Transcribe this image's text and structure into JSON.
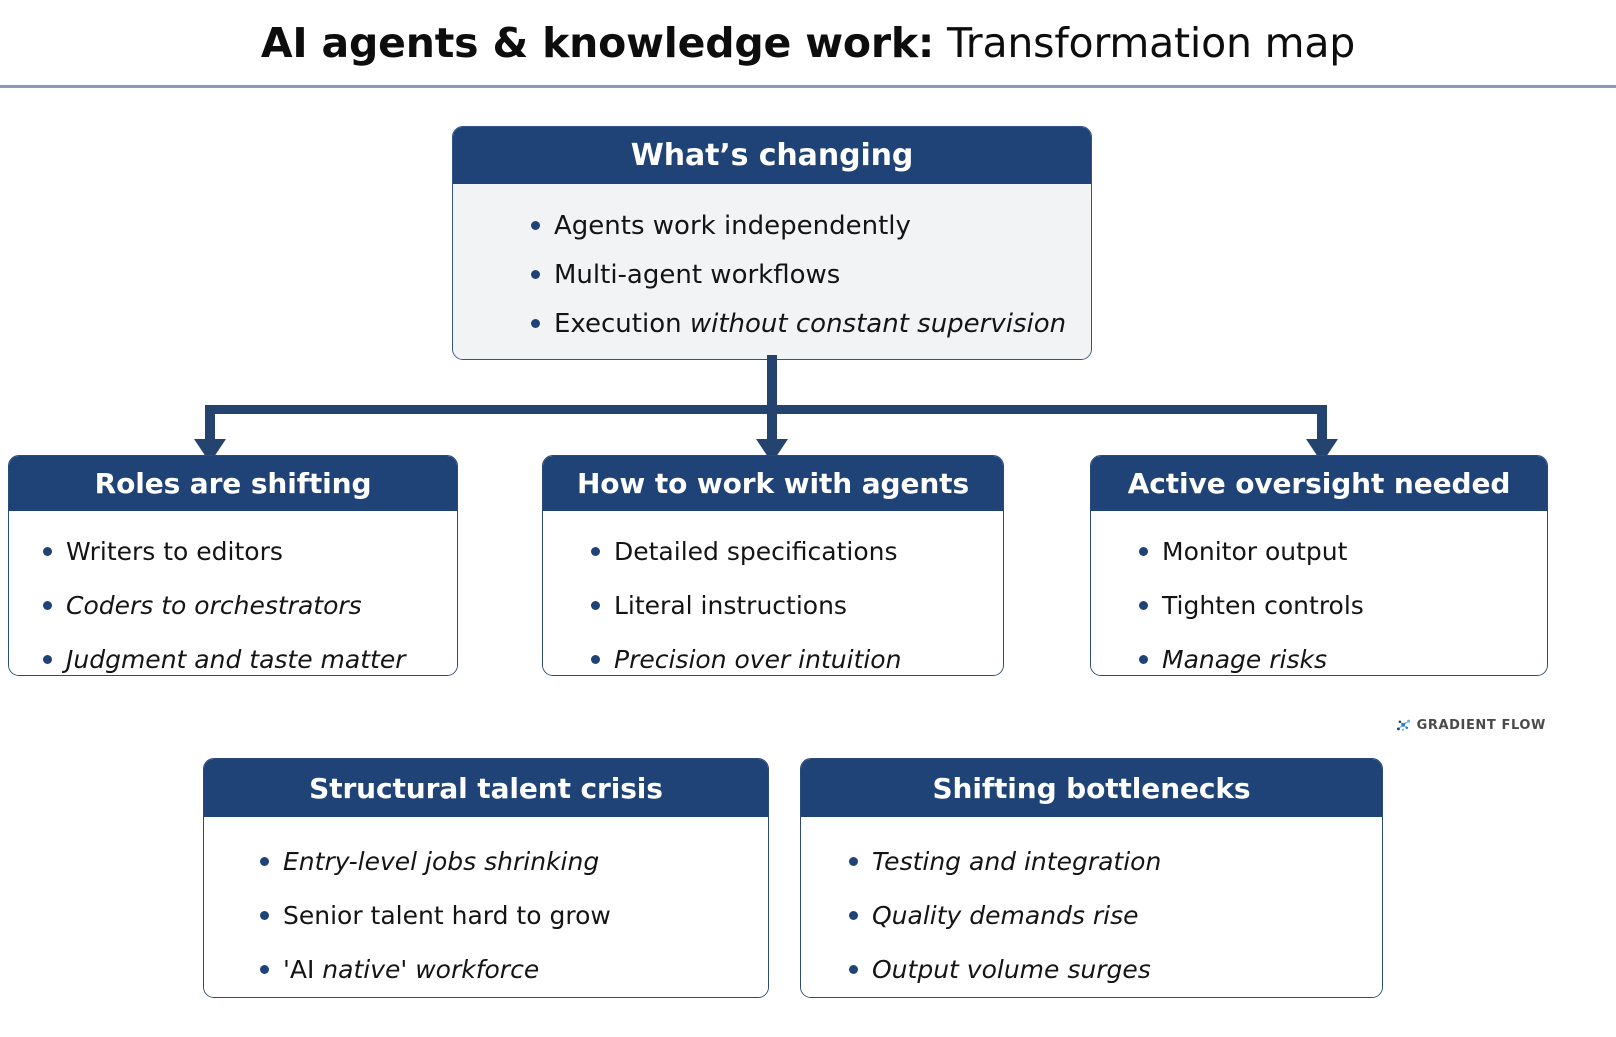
{
  "title": {
    "bold_part": "AI agents & knowledge work:",
    "regular_part": " Transformation map",
    "full": "AI agents & knowledge work: Transformation map"
  },
  "colors": {
    "header_blue": "#1f4377",
    "card_border": "#2b4a76",
    "arrow_navy": "#24436e",
    "rule_gray_blue": "#8b9ab6",
    "top_card_body": "#f2f3f5",
    "bullet_dot": "#1f4377",
    "logo_text": "#4a4a4a",
    "logo_node_light": "#4aa8e0",
    "logo_node_dark": "#1f3f73"
  },
  "top_card": {
    "title": "What’s changing",
    "bullets": [
      {
        "regular": "Agents work independently",
        "italic": ""
      },
      {
        "regular": "Multi-agent workflows",
        "italic": ""
      },
      {
        "regular": "Execution ",
        "italic": "without constant supervision"
      }
    ]
  },
  "middle_cards": [
    {
      "title": "Roles are shifting",
      "bullets": [
        {
          "regular": "Writers to editors",
          "italic": ""
        },
        {
          "regular": "",
          "italic": "Coders to orchestrators"
        },
        {
          "regular": "",
          "italic": "Judgment and taste matter"
        }
      ]
    },
    {
      "title": "How to work with agents",
      "bullets": [
        {
          "regular": "Detailed specifications",
          "italic": ""
        },
        {
          "regular": "Literal instructions",
          "italic": ""
        },
        {
          "regular": "",
          "italic": "Precision over intuition"
        }
      ]
    },
    {
      "title": "Active oversight needed",
      "bullets": [
        {
          "regular": "Monitor output",
          "italic": ""
        },
        {
          "regular": "Tighten controls",
          "italic": ""
        },
        {
          "regular": "",
          "italic": "Manage risks"
        }
      ]
    }
  ],
  "bottom_cards": [
    {
      "title": "Structural talent crisis",
      "bullets": [
        {
          "regular": "",
          "italic": "Entry-level jobs shrinking"
        },
        {
          "regular": "Senior talent hard to grow",
          "italic": ""
        },
        {
          "regular": "'AI ",
          "italic": "native' workforce"
        }
      ]
    },
    {
      "title": "Shifting bottlenecks",
      "bullets": [
        {
          "regular": "",
          "italic": "Testing and integration"
        },
        {
          "regular": "",
          "italic": "Quality demands rise"
        },
        {
          "regular": "",
          "italic": "Output volume surges"
        }
      ]
    }
  ],
  "connectors": {
    "description": "One vertical stem from the What’s changing card down to a horizontal bus, with three down-arrows feeding the three middle cards",
    "arrow_targets": [
      "Roles are shifting",
      "How to work with agents",
      "Active oversight needed"
    ]
  },
  "logo": {
    "text": "GRADIENT FLOW",
    "icon": "node-graph-icon"
  }
}
